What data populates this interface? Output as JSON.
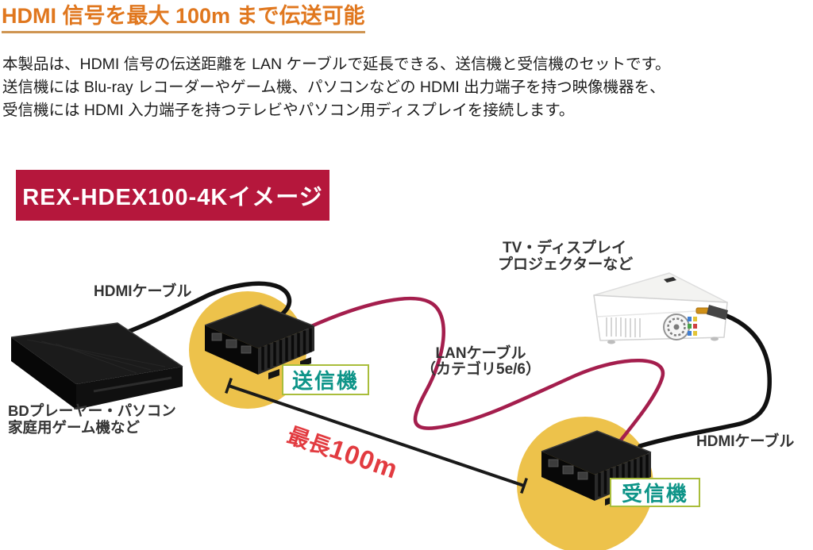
{
  "page": {
    "title": "HDMI 信号を最大 100m まで伝送可能",
    "intro_lines": [
      "本製品は、HDMI 信号の伝送距離を LAN ケーブルで延長できる、送信機と受信機のセットです。",
      "送信機には Blu-ray レコーダーやゲーム機、パソコンなどの HDMI 出力端子を持つ映像機器を、",
      "受信機には HDMI 入力端子を持つテレビやパソコン用ディスプレイを接続します。"
    ]
  },
  "diagram": {
    "banner": "REX-HDEX100-4Kイメージ",
    "labels": {
      "hdmi_cable_left": "HDMIケーブル",
      "tv_display_line1": "TV・ディスプレイ",
      "tv_display_line2": "プロジェクターなど",
      "lan_cable_line1": "LANケーブル",
      "lan_cable_line2": "（カテゴリ5e/6）",
      "max_length_prefix": "最長",
      "max_length_value": "100m",
      "source_line1": "BDプレーヤー・パソコン",
      "source_line2": "家庭用ゲーム機など",
      "hdmi_cable_right": "HDMIケーブル",
      "transmitter": "送信機",
      "receiver": "受信機"
    },
    "colors": {
      "heading_orange": "#e0771e",
      "heading_underline": "#cf9552",
      "banner_red": "#b5173c",
      "highlight_yellow": "#edc24b",
      "lan_cable_red": "#a41e4d",
      "max_length_red": "#e23b40",
      "device_label_green": "#0d9488",
      "label_border_green": "#a9bd3b"
    }
  }
}
